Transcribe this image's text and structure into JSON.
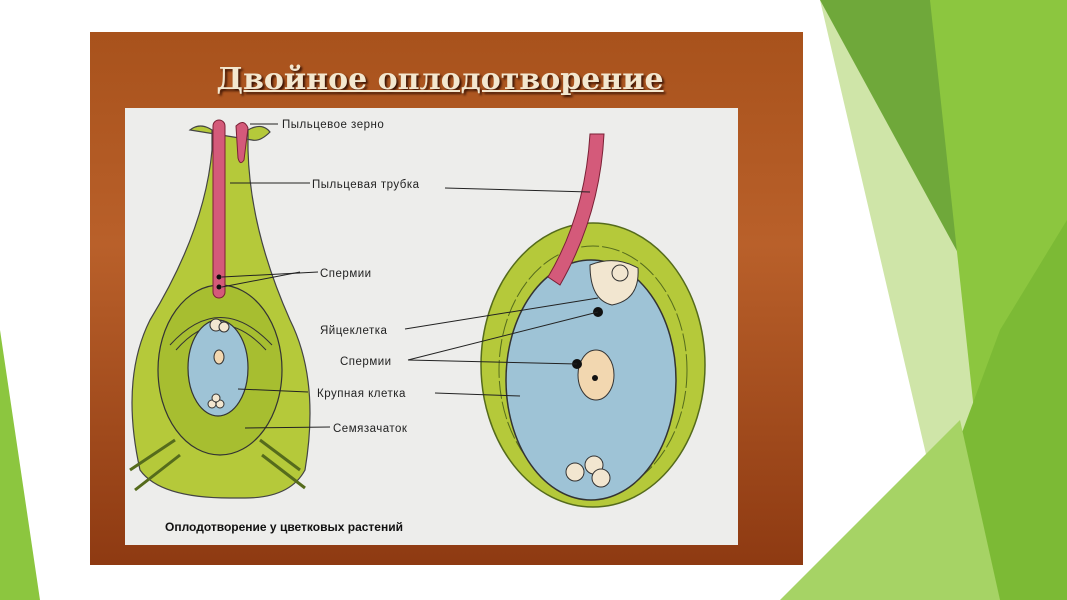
{
  "slide": {
    "title": "Двойное оплодотворение",
    "caption": "Оплодотворение у цветковых растений",
    "labels": {
      "pollen_grain": "Пыльцевое зерно",
      "pollen_tube": "Пыльцевая трубка",
      "sperms_1": "Спермии",
      "egg_cell": "Яйцеклетка",
      "sperms_2": "Спермии",
      "large_cell": "Крупная клетка",
      "ovule": "Семязачаток"
    }
  },
  "colors": {
    "frame": "#a8521c",
    "panel": "#ededeb",
    "tissue": "#b5c93a",
    "sac": "#9ec3d6",
    "tube": "#d45a7a",
    "accent_green": "#7dbb3a"
  }
}
